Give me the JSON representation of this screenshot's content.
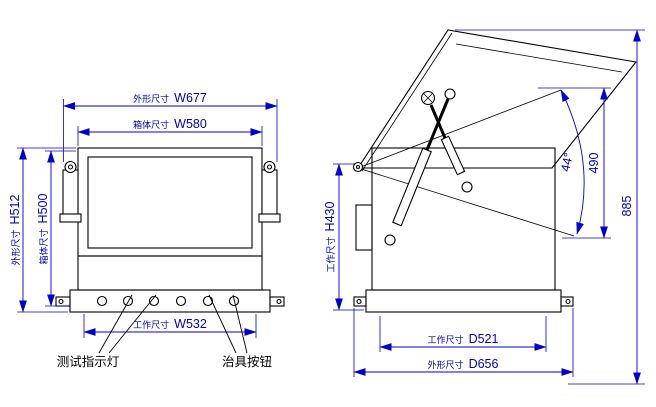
{
  "colors": {
    "background": "#ffffff",
    "outline": "#000000",
    "dimension": "#0000cc"
  },
  "front_view": {
    "dims": {
      "w677": {
        "prefix": "外形尺寸",
        "value": "W677"
      },
      "w580": {
        "prefix": "箱体尺寸",
        "value": "W580"
      },
      "h512": {
        "prefix": "外形尺寸",
        "value": "H512"
      },
      "h500": {
        "prefix": "箱体尺寸",
        "value": "H500"
      },
      "w532": {
        "prefix": "工作尺寸",
        "value": "W532"
      }
    },
    "callouts": {
      "indicator_light": "测试指示灯",
      "fixture_button": "治具按钮"
    }
  },
  "side_view": {
    "dims": {
      "h430": {
        "prefix": "工作尺寸",
        "value": "H430"
      },
      "d521": {
        "prefix": "工作尺寸",
        "value": "D521"
      },
      "d656": {
        "prefix": "外形尺寸",
        "value": "D656"
      },
      "open_angle": {
        "value": "44°"
      },
      "lid_height": {
        "value": "490"
      },
      "total_height": {
        "value": "885"
      }
    }
  }
}
